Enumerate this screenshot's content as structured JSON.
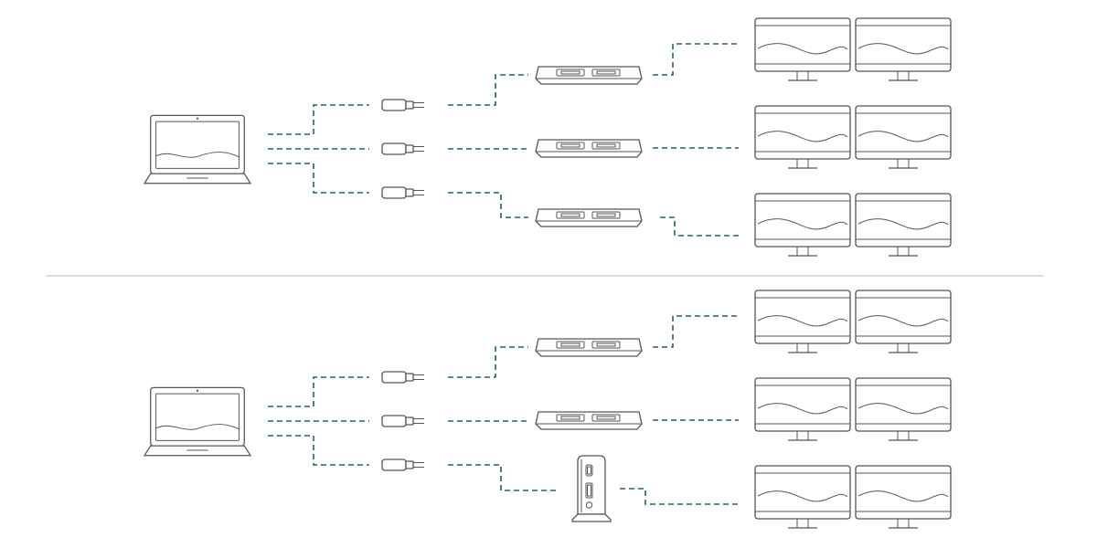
{
  "colors": {
    "connection": "#1f6b45",
    "outline": "#555555",
    "divider": "#bbbbbb",
    "background": "#ffffff"
  },
  "icons": {
    "computer": "laptop-icon",
    "cable": "usb-c-connector-icon",
    "adapter": "dual-hdmi-adapter-icon",
    "dock": "vertical-docking-station-icon",
    "display": "monitor-icon"
  },
  "panels": [
    {
      "setup": "three-dual-display-adapters",
      "displays_per_output": 2,
      "outputs": [
        {
          "hub": "adapter",
          "displays": 2
        },
        {
          "hub": "adapter",
          "displays": 2
        },
        {
          "hub": "adapter",
          "displays": 2
        }
      ]
    },
    {
      "setup": "two-adapters-and-dock",
      "displays_per_output": 2,
      "outputs": [
        {
          "hub": "adapter",
          "displays": 2
        },
        {
          "hub": "adapter",
          "displays": 2
        },
        {
          "hub": "dock",
          "displays": 2
        }
      ]
    }
  ]
}
